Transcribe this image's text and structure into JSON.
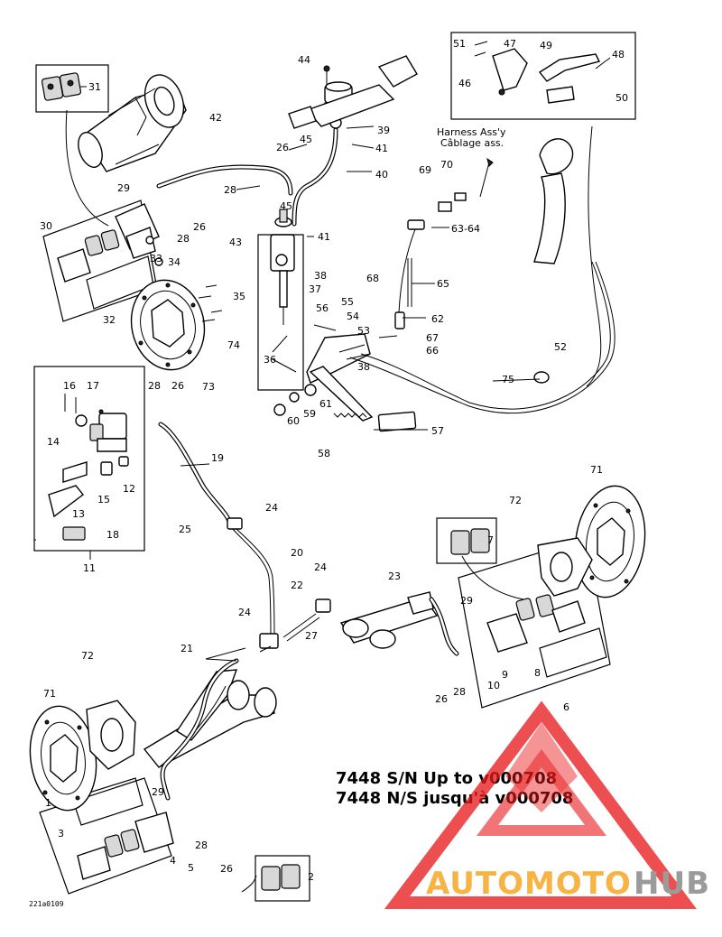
{
  "diagram": {
    "callouts": [
      "1",
      "2",
      "3",
      "4",
      "5",
      "6",
      "7",
      "8",
      "9",
      "10",
      "11",
      "12",
      "13",
      "14",
      "15",
      "16",
      "17",
      "18",
      "19",
      "20",
      "21",
      "22",
      "23",
      "24",
      "25",
      "26",
      "27",
      "28",
      "29",
      "30",
      "31",
      "32",
      "33",
      "34",
      "35",
      "36",
      "37",
      "38",
      "39",
      "40",
      "41",
      "42",
      "43",
      "44",
      "45",
      "46",
      "47",
      "48",
      "49",
      "50",
      "51",
      "52",
      "53",
      "54",
      "55",
      "56",
      "57",
      "58",
      "59",
      "60",
      "61",
      "62",
      "63-64",
      "65",
      "66",
      "67",
      "68",
      "69",
      "70",
      "71",
      "72",
      "73",
      "74",
      "75"
    ],
    "harness_label_en": "Harness Ass'y",
    "harness_label_fr": "Câblage ass.",
    "serial_note_en": "7448 S/N Up to v000708",
    "serial_note_fr": "7448 N/S jusqu'à v000708",
    "drawing_code": "221a0109"
  },
  "watermark": {
    "brand_left": "AUTOMOTO",
    "brand_right": "HUB",
    "colors": {
      "red": "#e8191c",
      "orange": "#f6a623",
      "gray": "#8a8a8a"
    }
  }
}
